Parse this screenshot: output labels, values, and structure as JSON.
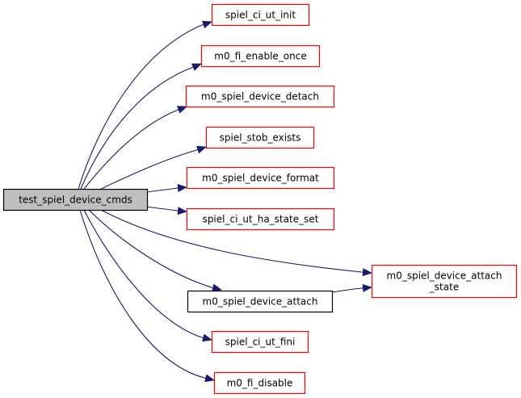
{
  "title": "test_spiel_device_cmds call graph",
  "colors": {
    "edge": "#191970",
    "link_border": "#ff0000",
    "plain_border": "#000000",
    "root_fill": "#bfbfbf",
    "node_fill": "#ffffff",
    "text": "#000000"
  },
  "root": {
    "id": "test_spiel_device_cmds",
    "label": "test_spiel_device_cmds"
  },
  "nodes": [
    {
      "id": "spiel_ci_ut_init",
      "lines": [
        "spiel_ci_ut_init"
      ],
      "border": "link"
    },
    {
      "id": "m0_fi_enable_once",
      "lines": [
        "m0_fi_enable_once"
      ],
      "border": "link"
    },
    {
      "id": "m0_spiel_device_detach",
      "lines": [
        "m0_spiel_device_detach"
      ],
      "border": "link"
    },
    {
      "id": "spiel_stob_exists",
      "lines": [
        "spiel_stob_exists"
      ],
      "border": "link"
    },
    {
      "id": "m0_spiel_device_format",
      "lines": [
        "m0_spiel_device_format"
      ],
      "border": "link"
    },
    {
      "id": "spiel_ci_ut_ha_state_set",
      "lines": [
        "spiel_ci_ut_ha_state_set"
      ],
      "border": "link"
    },
    {
      "id": "m0_spiel_device_attach_state",
      "lines": [
        "m0_spiel_device_attach",
        "_state"
      ],
      "border": "link"
    },
    {
      "id": "m0_spiel_device_attach",
      "lines": [
        "m0_spiel_device_attach"
      ],
      "border": "plain"
    },
    {
      "id": "spiel_ci_ut_fini",
      "lines": [
        "spiel_ci_ut_fini"
      ],
      "border": "link"
    },
    {
      "id": "m0_fi_disable",
      "lines": [
        "m0_fi_disable"
      ],
      "border": "link"
    }
  ],
  "edges": [
    {
      "from": "test_spiel_device_cmds",
      "to": "spiel_ci_ut_init"
    },
    {
      "from": "test_spiel_device_cmds",
      "to": "m0_fi_enable_once"
    },
    {
      "from": "test_spiel_device_cmds",
      "to": "m0_spiel_device_detach"
    },
    {
      "from": "test_spiel_device_cmds",
      "to": "spiel_stob_exists"
    },
    {
      "from": "test_spiel_device_cmds",
      "to": "m0_spiel_device_format"
    },
    {
      "from": "test_spiel_device_cmds",
      "to": "spiel_ci_ut_ha_state_set"
    },
    {
      "from": "test_spiel_device_cmds",
      "to": "m0_spiel_device_attach_state"
    },
    {
      "from": "test_spiel_device_cmds",
      "to": "m0_spiel_device_attach"
    },
    {
      "from": "test_spiel_device_cmds",
      "to": "spiel_ci_ut_fini"
    },
    {
      "from": "test_spiel_device_cmds",
      "to": "m0_fi_disable"
    },
    {
      "from": "m0_spiel_device_attach",
      "to": "m0_spiel_device_attach_state"
    }
  ]
}
